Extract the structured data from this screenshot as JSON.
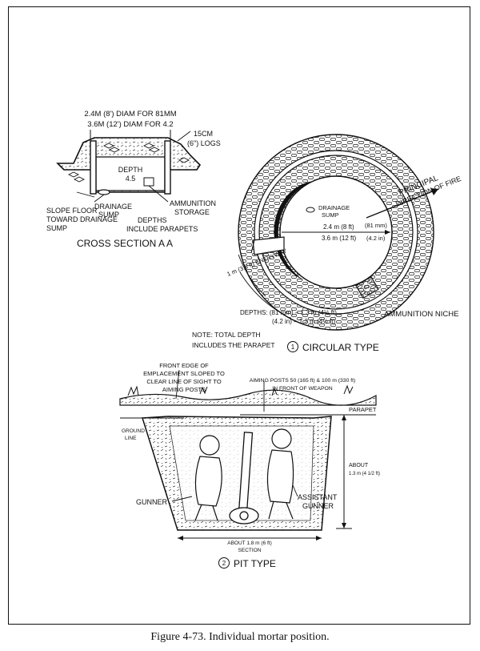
{
  "cross_section": {
    "diam_81": "2.4M (8') DIAM FOR 81MM",
    "diam_42": "3.6M (12') DIAM FOR 4.2",
    "logs": "15CM",
    "logs2": "(6\") LOGS",
    "depth": "DEPTH",
    "depth_val": "4.5",
    "drainage_sump": "DRAINAGE",
    "drainage_sump2": "SUMP",
    "ammo_storage": "AMMUNITION",
    "ammo_storage2": "STORAGE",
    "slope1": "SLOPE FLOOR",
    "slope2": "TOWARD DRAINAGE",
    "slope3": "SUMP",
    "depths1": "DEPTHS",
    "depths2": "INCLUDE PARAPETS",
    "title": "CROSS SECTION A A"
  },
  "circular": {
    "principal1": "PRINCIPAL",
    "principal2": "DIRECTION OF FIRE",
    "drainage1": "DRAINAGE",
    "drainage2": "SUMP",
    "dim1": "2.4 m (8 ft)",
    "dim1b": "(81 mm)",
    "dim2": "3.6 m (12 ft)",
    "dim2b": "(4.2 in)",
    "entryway": "1 m (3.3 ft) ENTRYWAY",
    "depths1": "DEPTHS: (81 mm) – 1.3 m (4½ ft)",
    "depths2": "(4.2 in) – 1.3 m (4½ ft)",
    "niche": "AMMUNITION NICHE",
    "note1": "NOTE: TOTAL DEPTH",
    "note2": "INCLUDES THE PARAPET",
    "num": "1",
    "title": "CIRCULAR TYPE"
  },
  "pit": {
    "front1": "FRONT EDGE OF",
    "front2": "EMPLACEMENT SLOPED TO",
    "front3": "CLEAR LINE OF SIGHT TO",
    "front4": "AIMING POSTS",
    "aiming1": "AIMING POSTS 50 (165 ft) & 100 m (330 ft)",
    "aiming2": "IN FRONT OF WEAPON",
    "parapet": "PARAPET",
    "ground1": "GROUND",
    "ground2": "LINE",
    "about1": "ABOUT",
    "about1b": "1.3 m (4 1/2 ft)",
    "gunner": "GUNNER",
    "assistant1": "ASSISTANT",
    "assistant2": "GUNNER",
    "about2": "ABOUT  1.8 m (6 ft)",
    "section": "SECTION",
    "num": "2",
    "title": "PIT TYPE"
  },
  "caption": "Figure 4-73.  Individual mortar position."
}
